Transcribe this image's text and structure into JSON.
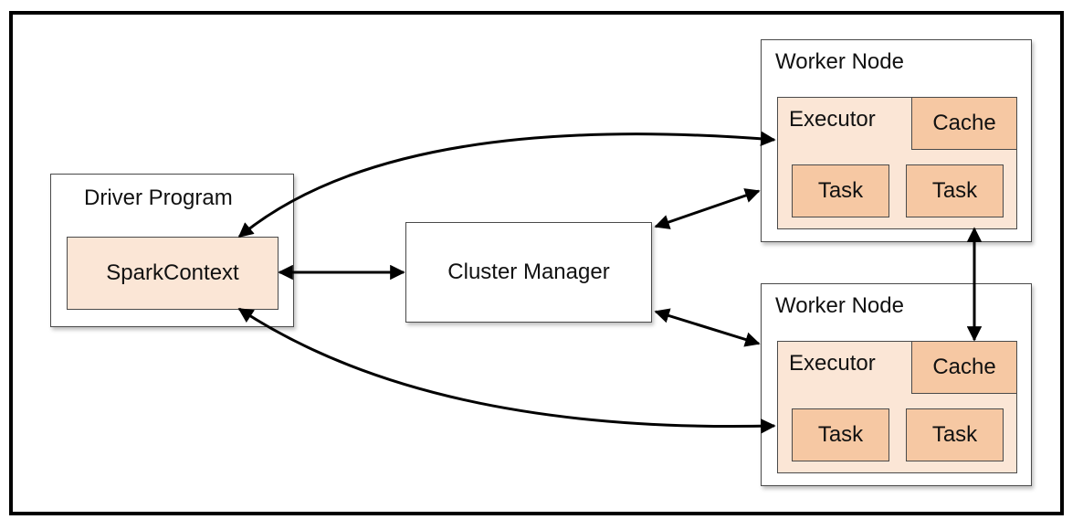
{
  "driver": {
    "title": "Driver Program",
    "context": "SparkContext"
  },
  "cluster_manager": {
    "label": "Cluster Manager"
  },
  "worker_nodes": [
    {
      "title": "Worker Node",
      "executor": "Executor",
      "cache": "Cache",
      "tasks": [
        "Task",
        "Task"
      ]
    },
    {
      "title": "Worker Node",
      "executor": "Executor",
      "cache": "Cache",
      "tasks": [
        "Task",
        "Task"
      ]
    }
  ],
  "colors": {
    "context_fill": "#fbe6d6",
    "task_fill": "#f6c8a3",
    "border": "#4a4a4a",
    "arrow": "#000000"
  }
}
